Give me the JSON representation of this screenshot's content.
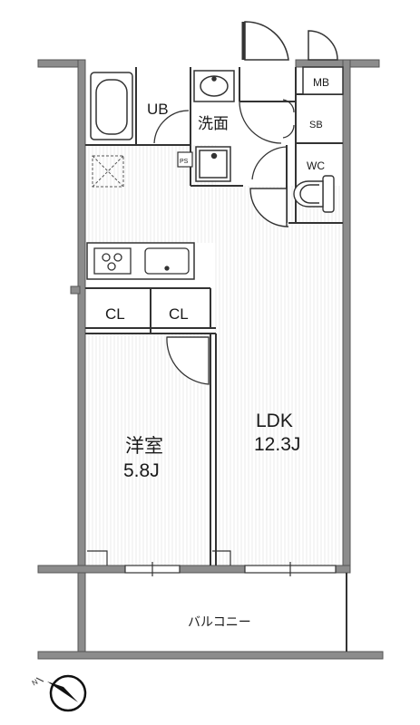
{
  "rooms": {
    "ldk": {
      "name": "LDK",
      "size": "12.3J"
    },
    "bedroom": {
      "name": "洋室",
      "size": "5.8J"
    },
    "closet_left": "CL",
    "closet_right": "CL",
    "unit_bath": "UB",
    "washroom": "洗面",
    "toilet": "WC",
    "shoe_box": "SB",
    "meter_box": "MB",
    "pipe_space": "PS",
    "balcony": "バルコニー"
  },
  "compass": {
    "north_label": "N"
  }
}
